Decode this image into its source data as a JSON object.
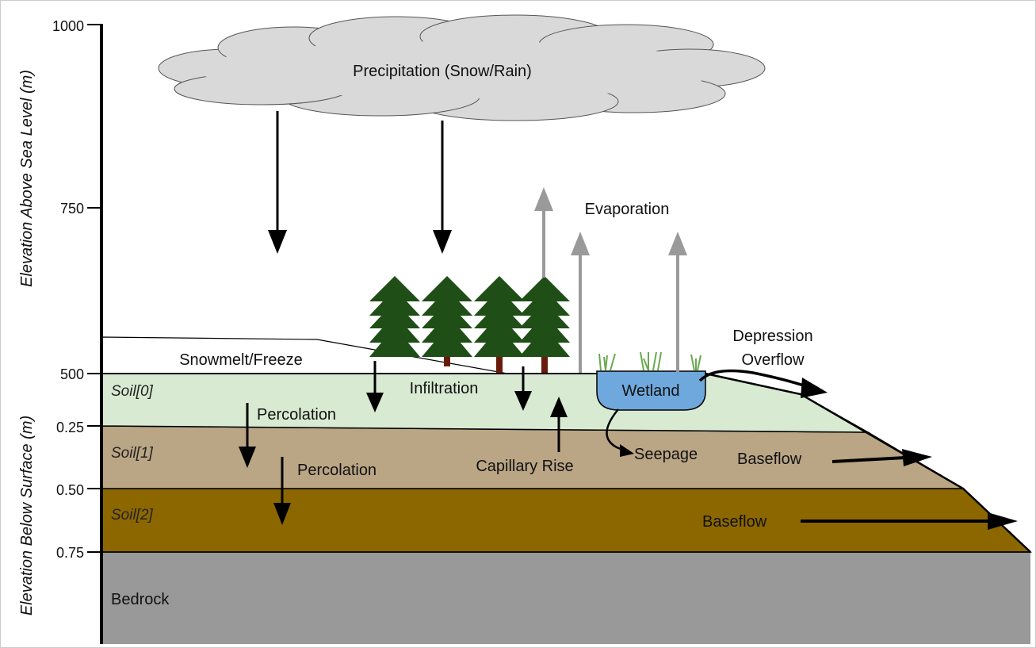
{
  "axes": {
    "upper_title": "Elevation Above Sea Level (m)",
    "lower_title": "Elevation Below Surface (m)",
    "upper_ticks": [
      "1000",
      "750",
      "500"
    ],
    "lower_ticks": [
      "0.25",
      "0.50",
      "0.75"
    ]
  },
  "layers": {
    "soil0": "Soil[0]",
    "soil1": "Soil[1]",
    "soil2": "Soil[2]",
    "bedrock": "Bedrock"
  },
  "processes": {
    "precipitation": "Precipitation (Snow/Rain)",
    "evaporation": "Evaporation",
    "snowmelt": "Snowmelt/Freeze",
    "infiltration": "Infiltration",
    "percolation_1": "Percolation",
    "percolation_2": "Percolation",
    "capillary_rise": "Capillary Rise",
    "wetland": "Wetland",
    "depression_overflow_1": "Depression",
    "depression_overflow_2": "Overflow",
    "seepage": "Seepage",
    "baseflow_1": "Baseflow",
    "baseflow_2": "Baseflow"
  },
  "colors": {
    "soil0": "#d8ead2",
    "soil1": "#baa585",
    "soil2": "#8c6700",
    "bedrock": "#999999",
    "cloud": "#d9d9d9",
    "tree": "#1f4e17",
    "trunk": "#6a1a0a",
    "wetland": "#6fa8dc",
    "evaporation_arrow": "#9a9a9a",
    "grass": "#6aa84f"
  }
}
